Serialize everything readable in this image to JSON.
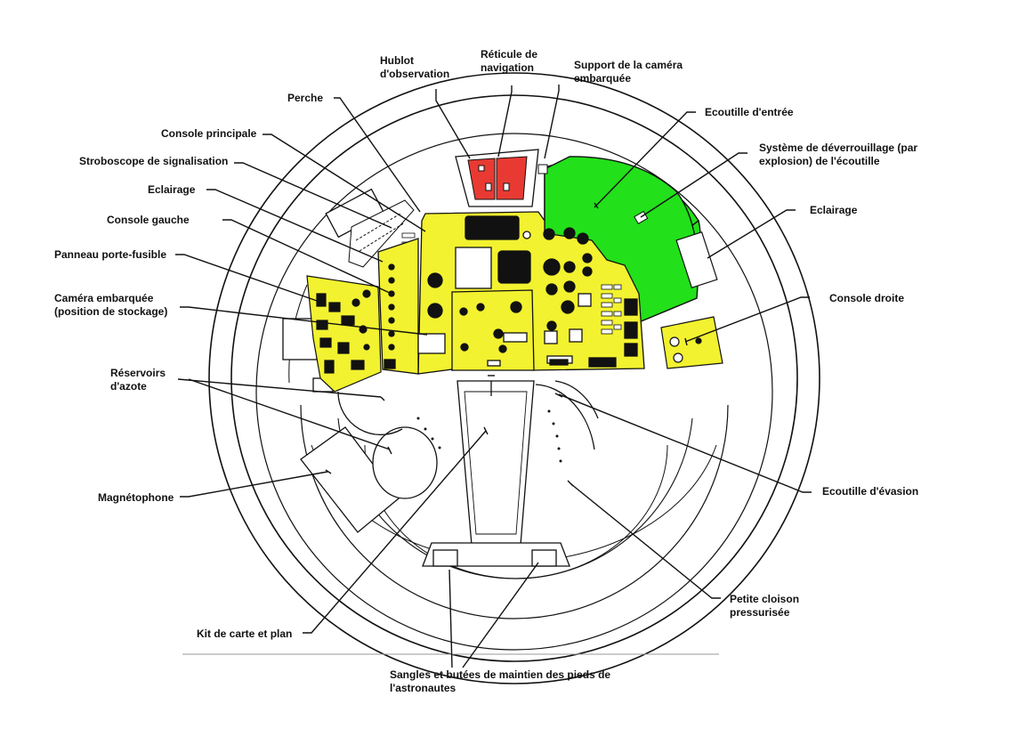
{
  "colors": {
    "panel_yellow": "#f2f230",
    "hatch_green": "#22e01a",
    "window_red": "#e83a32",
    "line": "#111111"
  },
  "labels": {
    "perche": "Perche",
    "hublot_1": "Hublot",
    "hublot_2": "d'observation",
    "reticule_1": "Réticule de",
    "reticule_2": "navigation",
    "support_camera_1": "Support de la caméra",
    "support_camera_2": "embarquée",
    "ecoutille_entree": "Ecoutille d'entrée",
    "deverrouillage_1": "Système de déverrouillage (par",
    "deverrouillage_2": "explosion) de l'écoutille",
    "eclairage_right": "Eclairage",
    "console_droite": "Console droite",
    "console_principale": "Console principale",
    "stroboscope": "Stroboscope de signalisation",
    "eclairage_left": "Eclairage",
    "console_gauche": "Console gauche",
    "panneau_fusible": "Panneau porte-fusible",
    "camera_stockage_1": "Caméra embarquée",
    "camera_stockage_2": "(position de stockage)",
    "reservoirs_1": "Réservoirs",
    "reservoirs_2": "d'azote",
    "magnetophone": "Magnétophone",
    "ecoutille_evasion": "Ecoutille d'évasion",
    "petite_cloison_1": "Petite cloison",
    "petite_cloison_2": "pressurisée",
    "kit_carte": "Kit de carte et plan",
    "sangles_1": "Sangles et butées de maintien des pieds de",
    "sangles_2": "l'astronautes"
  }
}
